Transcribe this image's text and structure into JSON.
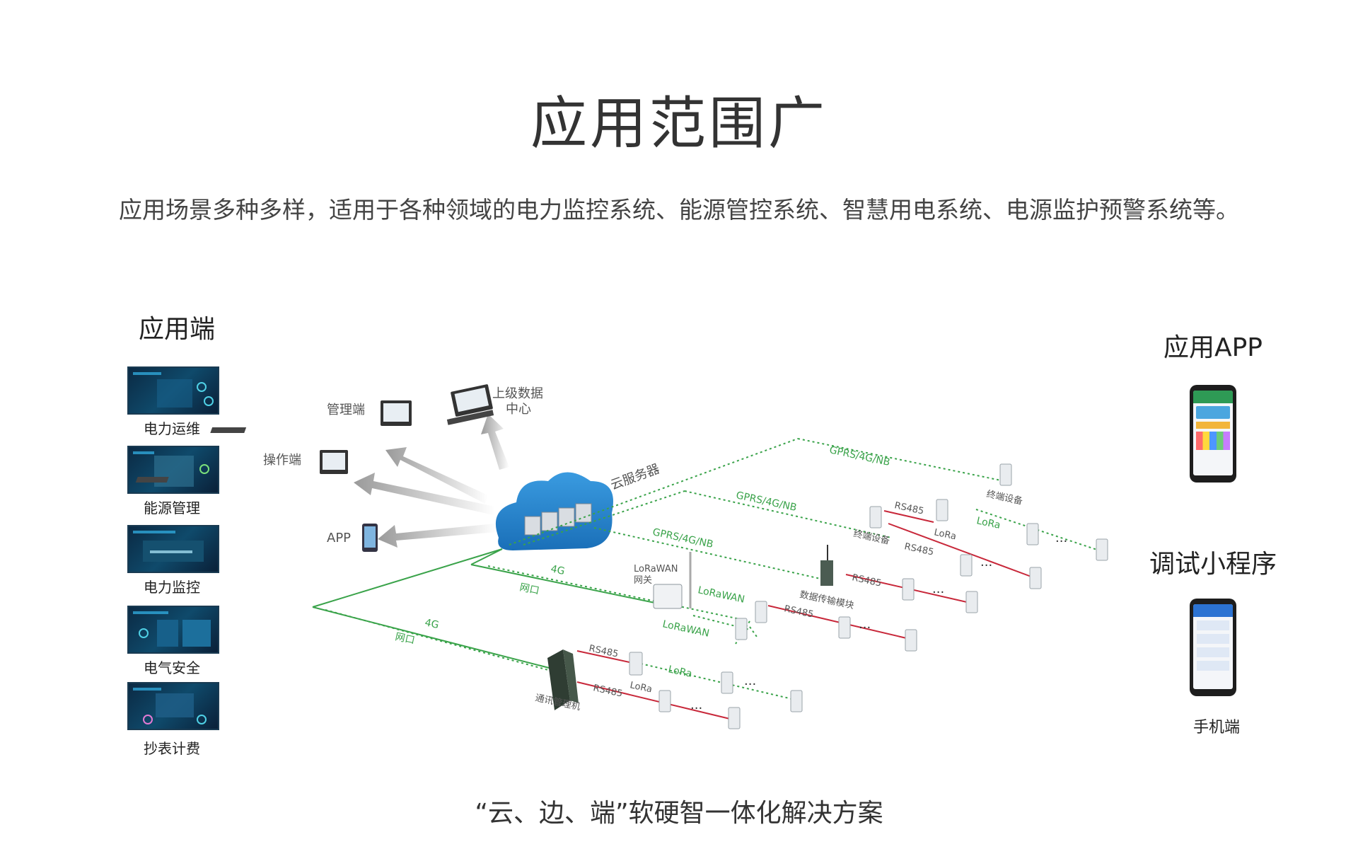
{
  "title": "应用范围广",
  "intro": "应用场景多种多样，适用于各种领域的电力监控系统、能源管控系统、智慧用电系统、电源监护预警系统等。",
  "left_panel": {
    "heading": "应用端",
    "items": [
      "电力运维",
      "能源管理",
      "电力监控",
      "电气安全",
      "抄表计费"
    ]
  },
  "right_panel": {
    "app_heading": "应用APP",
    "mini_heading": "调试小程序",
    "phone_label": "手机端"
  },
  "diagram": {
    "cloud_label": "云服务器",
    "admin_label": "管理端",
    "upper_label_1": "上级数据",
    "upper_label_2": "中心",
    "operator_label": "操作端",
    "app_label": "APP",
    "gprs": "GPRS/4G/NB",
    "terminal_device": "终端设备",
    "rs485": "RS485",
    "lora": "LoRa",
    "lorawan": "LoRaWAN",
    "lorawan_gw_1": "LoRaWAN",
    "lorawan_gw_2": "网关",
    "net_4g": "4G",
    "net_port": "网口",
    "data_module": "数据传输模块",
    "comm_manager": "通讯管理机",
    "ellipsis": "..."
  },
  "caption": "“云、边、端”软硬智一体化解决方案",
  "colors": {
    "green": "#3aa34a",
    "red": "#c8283a",
    "cloud_blue": "#2a86cf",
    "screen_dark": "#0b2a44"
  }
}
